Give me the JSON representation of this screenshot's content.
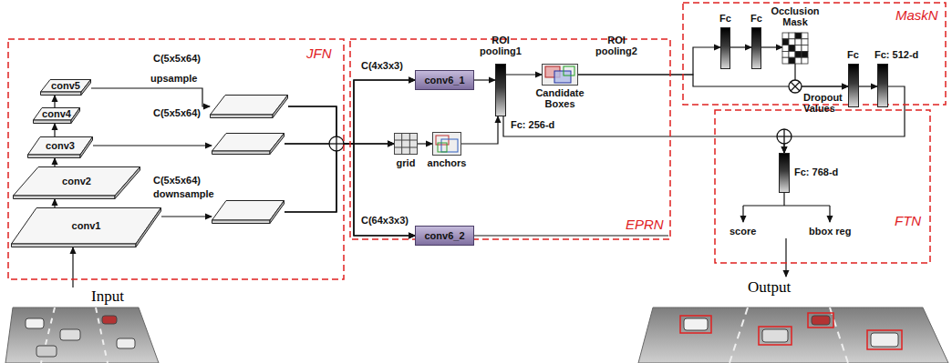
{
  "diagram": {
    "nodes": [
      {
        "text": [
          "JFN"
        ]
      },
      {
        "text": [
          "conv1"
        ],
        "in": 0
      },
      {
        "text": [
          "conv2"
        ],
        "in": 0
      },
      {
        "text": [
          "conv3"
        ],
        "in": 0
      },
      {
        "text": [
          "conv4"
        ],
        "in": 0
      },
      {
        "text": [
          "conv5"
        ],
        "in": 0
      },
      {
        "text": [
          "C(5x5x64)",
          "upsample"
        ],
        "in": 0
      },
      {
        "text": [
          "C(5x5x64)"
        ],
        "in": 0
      },
      {
        "text": [
          "C(5x5x64)",
          "downsample"
        ],
        "in": 0
      },
      {
        "text": [
          "EPRN"
        ]
      },
      {
        "text": [
          "conv6_1"
        ],
        "in": 9
      },
      {
        "text": [
          "conv6_2"
        ],
        "in": 9
      },
      {
        "text": [
          "grid"
        ],
        "in": 9
      },
      {
        "text": [
          "anchors"
        ],
        "in": 9
      },
      {
        "text": [
          "Fc: 256-d"
        ],
        "in": 9
      },
      {
        "text": [
          "Candidate Boxes"
        ],
        "in": 9
      },
      {
        "text": [
          "MaskN"
        ]
      },
      {
        "text": [
          "Fc"
        ],
        "in": 16
      },
      {
        "text": [
          "Fc"
        ],
        "in": 16
      },
      {
        "text": [
          "Occlusion Mask"
        ],
        "in": 16
      },
      {
        "text": [
          "Fc"
        ],
        "in": 16
      },
      {
        "text": [
          "Fc: 512-d"
        ],
        "in": 16
      },
      {
        "text": [
          "FTN"
        ]
      },
      {
        "text": [
          "Fc: 768-d"
        ],
        "in": 22
      },
      {
        "text": [
          "Input"
        ]
      },
      {
        "text": [
          "Output"
        ]
      }
    ],
    "edges": [
      {
        "from": 24,
        "to": 1,
        "arrow": "to"
      },
      {
        "from": 1,
        "to": 2,
        "arrow": "to"
      },
      {
        "from": 2,
        "to": 3,
        "arrow": "to"
      },
      {
        "from": 3,
        "to": 4,
        "arrow": "to"
      },
      {
        "from": 4,
        "to": 5,
        "arrow": "to"
      },
      {
        "from": 5,
        "to": 6,
        "arrow": "to"
      },
      {
        "from": 3,
        "to": 7,
        "arrow": "to"
      },
      {
        "from": 1,
        "to": 8,
        "arrow": "to"
      },
      {
        "from": 6,
        "to": 10,
        "arrow": "to"
      },
      {
        "from": 6,
        "to": 12,
        "arrow": "to"
      },
      {
        "from": 6,
        "to": 11,
        "arrow": "to"
      },
      {
        "from": 7,
        "to": 10,
        "arrow": "to"
      },
      {
        "from": 7,
        "to": 12,
        "arrow": "to"
      },
      {
        "from": 7,
        "to": 11,
        "arrow": "to"
      },
      {
        "from": 8,
        "to": 10,
        "arrow": "to"
      },
      {
        "from": 8,
        "to": 12,
        "arrow": "to"
      },
      {
        "from": 8,
        "to": 11,
        "arrow": "to"
      },
      {
        "from": 12,
        "to": 13,
        "arrow": "to"
      },
      {
        "from": 10,
        "to": 14,
        "arrow": "to"
      },
      {
        "from": 13,
        "to": 14,
        "arrow": "to"
      },
      {
        "from": 14,
        "to": 15,
        "arrow": "to"
      },
      {
        "from": 15,
        "to": 17,
        "arrow": "to"
      },
      {
        "from": 17,
        "to": 18,
        "arrow": "to"
      },
      {
        "from": 18,
        "to": 19,
        "arrow": "to"
      },
      {
        "from": 15,
        "to": 20,
        "arrow": "to"
      },
      {
        "from": 19,
        "to": 20,
        "arrow": "to"
      },
      {
        "from": 20,
        "to": 21,
        "arrow": "to"
      },
      {
        "from": 14,
        "to": 23,
        "arrow": "to"
      },
      {
        "from": 21,
        "to": 23,
        "arrow": "to"
      },
      {
        "from": 22,
        "to": 25,
        "arrow": "to"
      }
    ],
    "labels": [
      "C(4x3x3)",
      "C(64x3x3)",
      "ROI pooling1",
      "ROI pooling2",
      "Dropout Values",
      "score",
      "bbox reg"
    ]
  }
}
